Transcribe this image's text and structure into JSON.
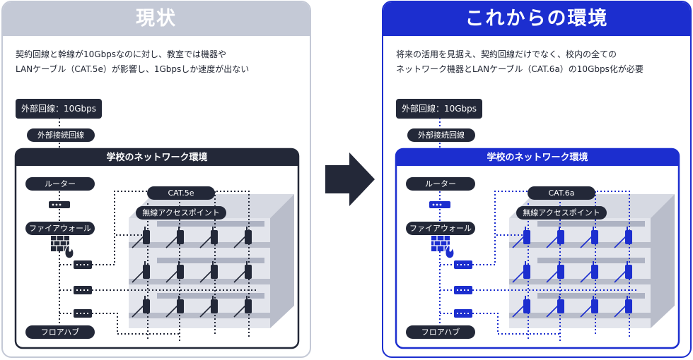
{
  "left": {
    "title": "現状",
    "desc_line1": "契約回線と幹線が10Gbpsなのに対し、教室では機器や",
    "desc_line2": "LANケーブル（CAT.5e）が影響し、1Gbpsしか速度が出ない",
    "external_line": "外部回線：10Gbps",
    "external_connection": "外部接続回線",
    "network_title": "学校のネットワーク環境",
    "router": "ルーター",
    "firewall": "ファイアウォール",
    "floor_hub": "フロアハブ",
    "cable": "CAT.5e",
    "access_point": "無線アクセスポイント",
    "accent": "#232838"
  },
  "right": {
    "title": "これからの環境",
    "desc_line1": "将来の活用を見据え、契約回線だけでなく、校内の全ての",
    "desc_line2": "ネットワーク機器とLANケーブル（CAT.6a）の10Gbps化が必要",
    "external_line": "外部回線：10Gbps",
    "external_connection": "外部接続回線",
    "network_title": "学校のネットワーク環境",
    "router": "ルーター",
    "firewall": "ファイアウォール",
    "floor_hub": "フロアハブ",
    "cable": "CAT.6a",
    "access_point": "無線アクセスポイント",
    "accent": "#1c2ecf"
  }
}
